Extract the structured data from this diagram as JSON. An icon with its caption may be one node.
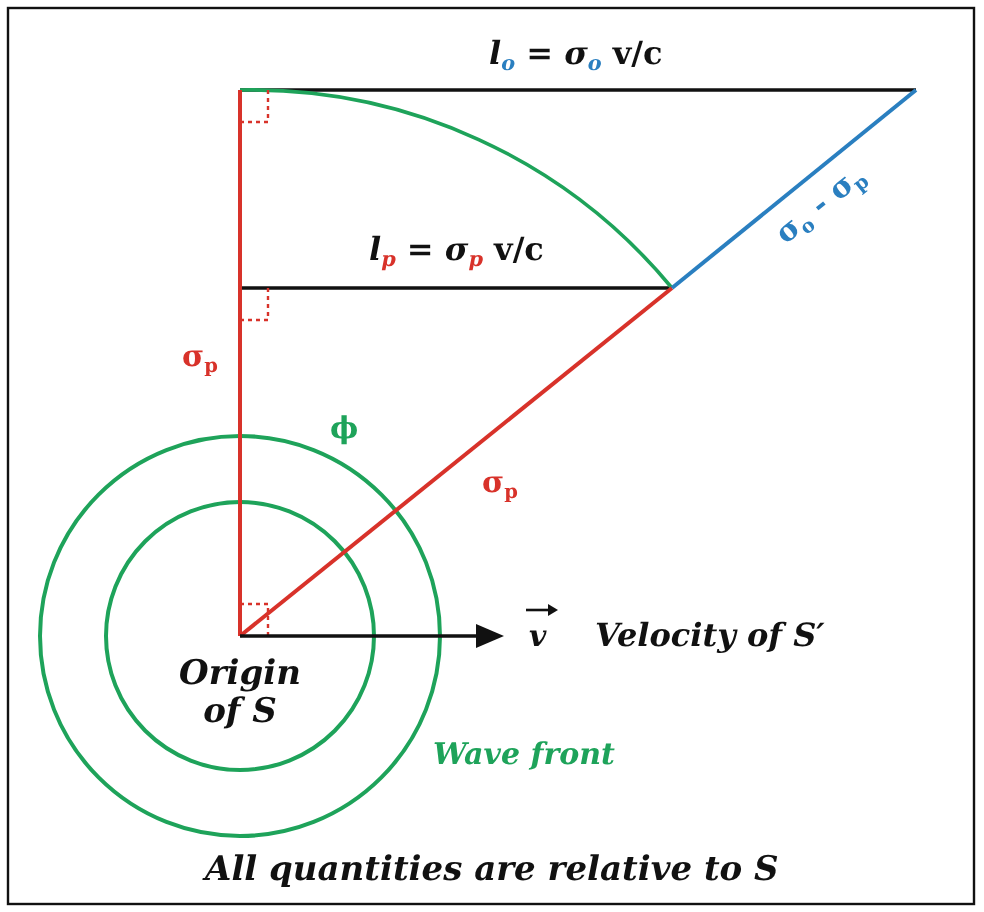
{
  "diagram": {
    "caption": "All quantities are relative to S",
    "labels": [
      "*l*$_{o}$ = *σ*$_{o}$ v/c",
      "*l*$_{p}$ = *σ*$_{p}$ v/c",
      "σ$_{o}$ - σ$_{p}$",
      "σ$_{p}$",
      "ϕ",
      "σ$_{p}$",
      "v",
      "Velocity of S′",
      "Origin of S",
      "Wave front"
    ]
  }
}
